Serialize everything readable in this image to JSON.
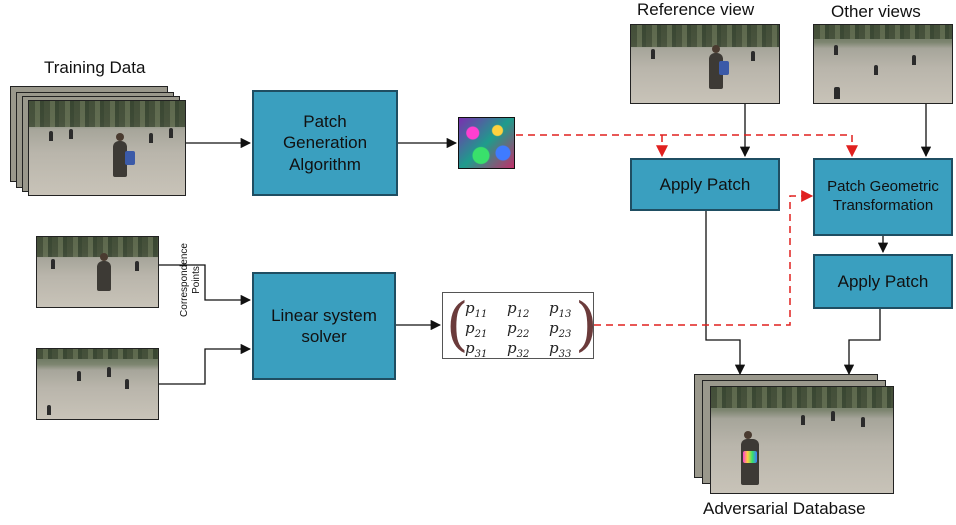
{
  "labels": {
    "training_data": "Training Data",
    "reference_view": "Reference view",
    "other_views": "Other views",
    "adversarial_database": "Adversarial Database",
    "correspondence_points": "Correspondence Points"
  },
  "boxes": {
    "patch_generation": "Patch Generation Algorithm",
    "apply_patch_top": "Apply Patch",
    "patch_geometric": "Patch Geometric Transformation",
    "apply_patch_bottom": "Apply Patch",
    "linear_solver": "Linear system solver"
  },
  "matrix": {
    "rows": [
      [
        "p",
        "11",
        "p",
        "12",
        "p",
        "13"
      ],
      [
        "p",
        "21",
        "p",
        "22",
        "p",
        "23"
      ],
      [
        "p",
        "31",
        "p",
        "32",
        "p",
        "33"
      ]
    ]
  },
  "colors": {
    "box_fill": "#3a9fbf",
    "box_border": "#1f4e62",
    "solid_arrow": "#111111",
    "dashed_arrow": "#e0201f"
  }
}
